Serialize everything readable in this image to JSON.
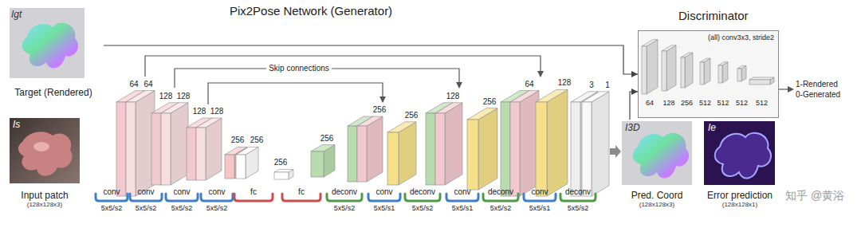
{
  "diagram": {
    "nodes": [
      {
        "text": [
          "Igt",
          "Target (Rendered)"
        ]
      },
      {
        "text": [
          "Is",
          "Input patch",
          "(128x128x3)"
        ]
      },
      {
        "text": [
          "Discriminator",
          "(all) conv3x3, stride2"
        ]
      },
      {
        "text": [
          "I3D",
          "Pred. Coord",
          "(128x128x3)"
        ]
      },
      {
        "text": [
          "Ie",
          "Error prediction",
          "(128x128x1)"
        ]
      }
    ],
    "edges": [
      {
        "from": 0,
        "to": 2,
        "arrow": "to"
      },
      {
        "from": 3,
        "to": 2,
        "arrow": "to"
      }
    ],
    "labels": [
      "Pix2Pose Network (Generator)",
      "Skip connections",
      "64",
      "64",
      "128",
      "128",
      "128",
      "128",
      "256",
      "256",
      "256",
      "256",
      "256",
      "256",
      "128",
      "256",
      "64",
      "128",
      "3",
      "1",
      "conv",
      "conv",
      "conv",
      "conv",
      "fc",
      "fc",
      "deconv",
      "conv",
      "deconv",
      "conv",
      "deconv",
      "conv",
      "deconv",
      "5x5/s2",
      "5x5/s2",
      "5x5/s2",
      "5x5/s2",
      "5x5/s2",
      "5x5/s1",
      "5x5/s2",
      "5x5/s1",
      "5x5/s2",
      "5x5/s1",
      "5x5/s2",
      "64",
      "128",
      "256",
      "512",
      "512",
      "512",
      "512",
      "1-Rendered",
      "0-Generated",
      "知乎 @黄浴"
    ]
  }
}
